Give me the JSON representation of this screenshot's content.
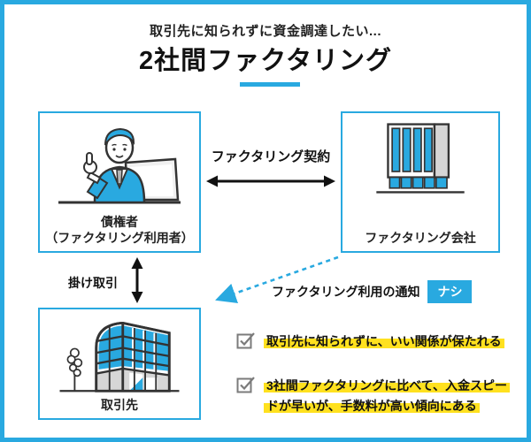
{
  "colors": {
    "accent_blue": "#29a9e0",
    "highlight_yellow": "#ffe11f",
    "text_dark": "#111111",
    "checkbox_gray": "#7b7b7b",
    "illustration_outline": "#333333",
    "illustration_gray": "#d6d6d6"
  },
  "header": {
    "subtitle": "取引先に知られずに資金調達したい...",
    "title": "2社間ファクタリング"
  },
  "boxes": {
    "creditor": {
      "label1": "債権者",
      "label2": "（ファクタリング利用者）",
      "icon": "businessman-with-laptop-illustration"
    },
    "company": {
      "label": "ファクタリング会社",
      "icon": "office-tower-illustration"
    },
    "client": {
      "label": "取引先",
      "icon": "office-building-illustration"
    }
  },
  "arrows": {
    "contract_label": "ファクタリング契約",
    "credit_label": "掛け取引",
    "notify_arrow_style": "blue-dashed"
  },
  "notification": {
    "label": "ファクタリング利用の通知",
    "badge": "ナシ"
  },
  "checklist": [
    {
      "text": "取引先に知られずに、いい関係が保たれる"
    },
    {
      "text": "3社間ファクタリングに比べて、入金スピードが早いが、手数料が高い傾向にある"
    }
  ]
}
